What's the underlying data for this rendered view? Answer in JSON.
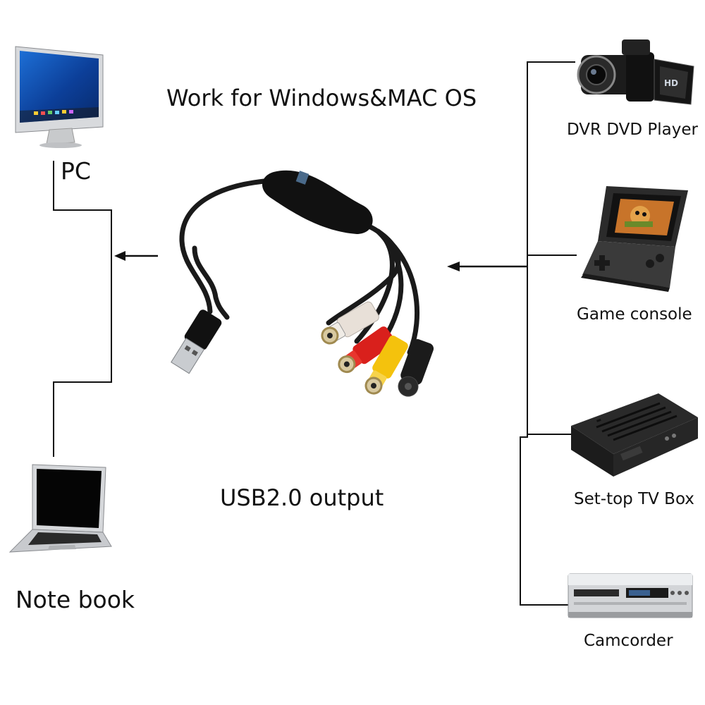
{
  "title": "Work for Windows&MAC OS",
  "output_label": "USB2.0 output",
  "computers": [
    {
      "label": "PC",
      "icon": "desktop-monitor-icon"
    },
    {
      "label": "Note book",
      "icon": "laptop-icon"
    }
  ],
  "devices": [
    {
      "label": "DVR DVD Player",
      "icon": "video-camera-icon"
    },
    {
      "label": "Game console",
      "icon": "handheld-game-console-icon"
    },
    {
      "label": "Set-top TV Box",
      "icon": "set-top-box-icon"
    },
    {
      "label": "Camcorder",
      "icon": "dvd-player-icon"
    }
  ],
  "adapter": {
    "icon": "usb-av-capture-cable-icon",
    "connector_colors": [
      "#e8e0d8",
      "#d9201c",
      "#f4c20d",
      "#1b1b1b"
    ]
  },
  "colors": {
    "line": "#111111",
    "background": "#ffffff"
  }
}
